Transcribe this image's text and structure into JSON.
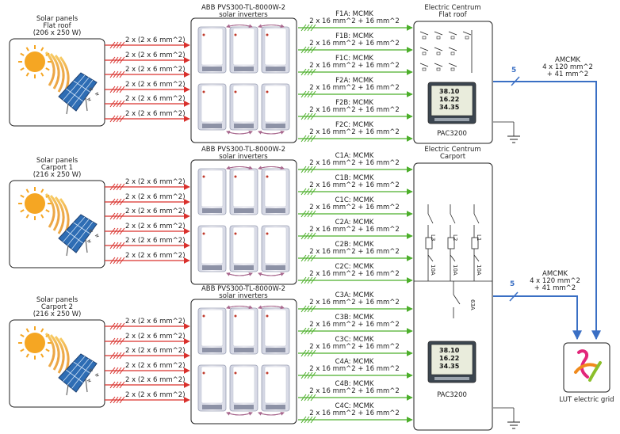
{
  "groups": [
    {
      "panel_title": [
        "Solar panels",
        "Flat roof",
        "(206 x 250 W)"
      ],
      "dc_label": "2 x (2 x 6 mm^2)",
      "inverter_title": [
        "ABB PVS300-TL-8000W-2",
        "solar inverters"
      ],
      "feeders": [
        [
          "F1A: MCMK",
          "2 x 16 mm^2 + 16 mm^2"
        ],
        [
          "F1B: MCMK",
          "2 x 16 mm^2 + 16 mm^2"
        ],
        [
          "F1C: MCMK",
          "2 x 16 mm^2 + 16 mm^2"
        ],
        [
          "F2A: MCMK",
          "2 x 16 mm^2 + 16 mm^2"
        ],
        [
          "F2B: MCMK",
          "2 x 16 mm^2 + 16 mm^2"
        ],
        [
          "F2C: MCMK",
          "2 x 16 mm^2 + 16 mm^2"
        ]
      ],
      "centre_title": [
        "Electric Centrum",
        "Flat roof"
      ],
      "meter_label": "PAC3200"
    },
    {
      "panel_title": [
        "Solar panels",
        "Carport 1",
        "(216 x 250 W)"
      ],
      "dc_label": "2 x (2 x 6 mm^2)",
      "inverter_title": [
        "ABB PVS300-TL-8000W-2",
        "solar inverters"
      ],
      "feeders": [
        [
          "C1A: MCMK",
          "2 x 16 mm^2 + 16 mm^2"
        ],
        [
          "C1B: MCMK",
          "2 x 16 mm^2 + 16 mm^2"
        ],
        [
          "C1C: MCMK",
          "2 x 16 mm^2 + 16 mm^2"
        ],
        [
          "C2A: MCMK",
          "2 x 16 mm^2 + 16 mm^2"
        ],
        [
          "C2B: MCMK",
          "2 x 16 mm^2 + 16 mm^2"
        ],
        [
          "C2C: MCMK",
          "2 x 16 mm^2 + 16 mm^2"
        ]
      ],
      "centre_title": [
        "Electric Centrum",
        "Carport"
      ],
      "meter_label": ""
    },
    {
      "panel_title": [
        "Solar panels",
        "Carport 2",
        "(216 x 250 W)"
      ],
      "dc_label": "2 x (2 x 6 mm^2)",
      "inverter_title": [
        "ABB PVS300-TL-8000W-2",
        "solar inverters"
      ],
      "feeders": [
        [
          "C3A: MCMK",
          "2 x 16 mm^2 + 16 mm^2"
        ],
        [
          "C3B: MCMK",
          "2 x 16 mm^2 + 16 mm^2"
        ],
        [
          "C3C: MCMK",
          "2 x 16 mm^2 + 16 mm^2"
        ],
        [
          "C4A: MCMK",
          "2 x 16 mm^2 + 16 mm^2"
        ],
        [
          "C4B: MCMK",
          "2 x 16 mm^2 + 16 mm^2"
        ],
        [
          "C4C: MCMK",
          "2 x 16 mm^2 + 16 mm^2"
        ]
      ],
      "centre_title": [],
      "meter_label": "PAC3200"
    }
  ],
  "main_feeds": [
    {
      "count": "5",
      "cable": [
        "AMCMK",
        "4 x 120 mm^2",
        "+ 41 mm^2"
      ]
    },
    {
      "count": "5",
      "cable": [
        "AMCMK",
        "4 x 120 mm^2",
        "+ 41 mm^2"
      ]
    }
  ],
  "meter_display": [
    "38.10",
    "16.22",
    "34.35"
  ],
  "carport_switchgear": {
    "phase_labels": [
      "L3",
      "L2",
      "L1"
    ],
    "fuse_labels": [
      "10A",
      "10A",
      "10A"
    ],
    "main_fuse_label": "63A"
  },
  "grid_label": "LUT electric grid",
  "colors": {
    "dc_cable": "#d9302c",
    "ac_cable": "#4caf2a",
    "main_cable": "#3a6fc4",
    "inverter_arrow": "#a8688e",
    "sun": "#f5a623",
    "panel": "#2e6db4"
  }
}
